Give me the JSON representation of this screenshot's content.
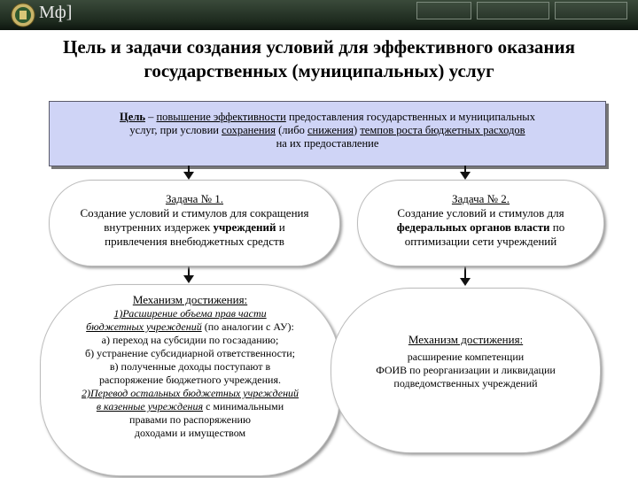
{
  "header": {
    "logo_text": "Мф]"
  },
  "title": {
    "line1": "Цель и задачи создания условий для эффективного оказания",
    "line2": "государственных (муниципальных) услуг"
  },
  "goal": {
    "label": "Цель",
    "dash": " – ",
    "u1": "повышение эффективности",
    "t1": " предоставления государственных и муниципальных",
    "t2": "услуг, при условии ",
    "u2": "сохранения",
    "t3": " (либо ",
    "u3": "снижения",
    "t4": ") ",
    "u4": "темпов роста бюджетных расходов",
    "t5": "на их предоставление"
  },
  "task1": {
    "title": "Задача № 1.",
    "l1": "Создание условий и стимулов для сокращения",
    "l2a": "внутренних издержек ",
    "l2b": "учреждений",
    "l2c": " и",
    "l3": "привлечения внебюджетных средств"
  },
  "task2": {
    "title": "Задача № 2.",
    "l1": "Создание условий и стимулов для",
    "l2a": "федеральных органов власти",
    "l2b": " по",
    "l3": "оптимизации сети учреждений"
  },
  "mech1": {
    "title": "Механизм достижения:",
    "p1a": "1)Расширение объема прав части",
    "p1b": "бюджетных учреждений",
    "p1c": " (по аналогии с АУ):",
    "a": "а) переход на субсидии по госзаданию;",
    "b": "б) устранение субсидиарной ответственности;",
    "c1": "в) полученные доходы поступают в",
    "c2": "распоряжение бюджетного учреждения.",
    "p2a": "2)Перевод остальных бюджетных учреждений",
    "p2b": "в казенные учреждения",
    "p2c": " с минимальными",
    "p2d": "правами по распоряжению",
    "p2e": "доходами и имуществом"
  },
  "mech2": {
    "title": "Механизм достижения:",
    "l1": "расширение компетенции",
    "l2": "ФОИВ по реорганизации и ликвидации",
    "l3": "подведомственных учреждений"
  }
}
